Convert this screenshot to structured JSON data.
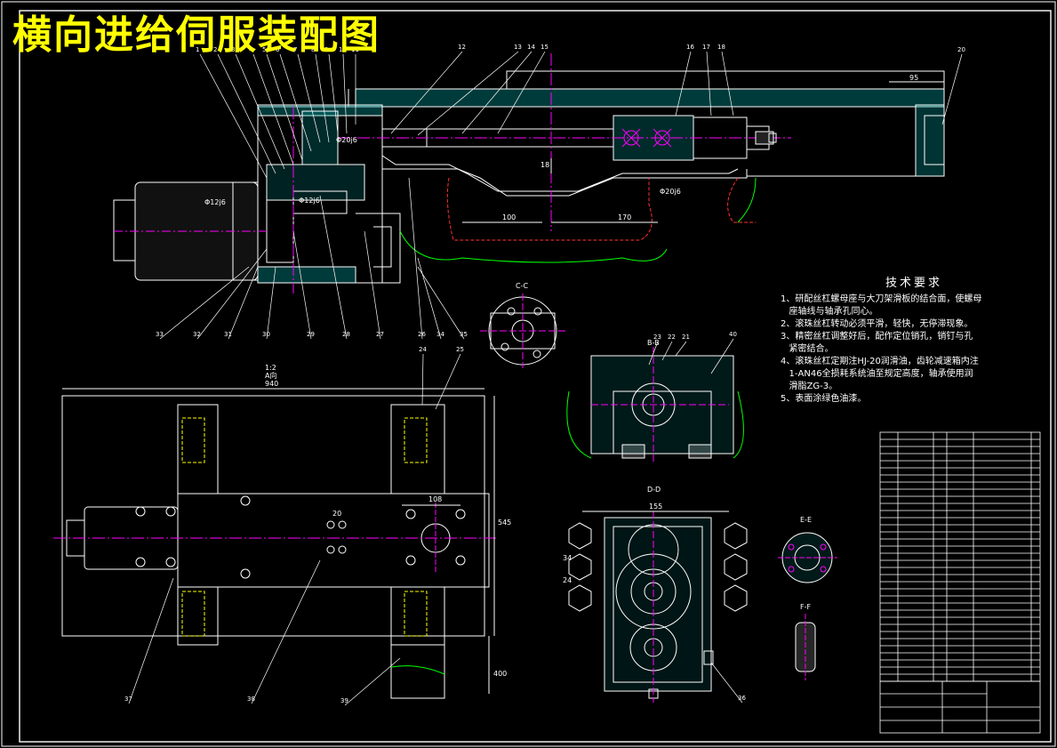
{
  "title": "横向进给伺服装配图",
  "technical_requirements": {
    "heading": "技术要求",
    "items": [
      "1、研配丝杠螺母座与大刀架滑板的结合面，使螺母\n   座轴线与轴承孔同心。",
      "2、滚珠丝杠转动必须平滑，轻快，无停滞现象。",
      "3、精密丝杠调整好后，配作定位销孔，销钉与孔\n   紧密结合。",
      "4、滚珠丝杠定期注HJ-20润滑油，齿轮减速箱内注\n   1-AN46全损耗系统油至规定高度，轴承使用润\n   滑脂ZG-3。",
      "5、表面涂绿色油漆。"
    ]
  },
  "section_labels": {
    "view_a": "A向",
    "view_a_scale": "1:2",
    "section_cc": "C-C",
    "section_bb": "B-B",
    "section_dd": "D-D",
    "section_ee": "E-E",
    "section_ff": "F-F"
  },
  "dimensions": {
    "d95": "95",
    "d100": "100",
    "d170": "170",
    "d18": "18",
    "d940": "940",
    "d545": "545",
    "d108": "108",
    "d20": "20",
    "d155": "155",
    "d400": "400",
    "d34": "34",
    "d24": "24",
    "dia20a": "Φ20j6",
    "dia20b": "Φ20j6",
    "dia12a": "Φ12j6",
    "dia12b": "Φ12j6"
  },
  "part_balloons": [
    "15",
    "14",
    "13",
    "12",
    "11",
    "10",
    "9",
    "8",
    "7",
    "6",
    "5",
    "4",
    "3",
    "2",
    "1",
    "16",
    "17",
    "18",
    "20",
    "21",
    "22",
    "23",
    "24",
    "25",
    "26",
    "27",
    "28",
    "29",
    "30",
    "31",
    "32",
    "33",
    "34",
    "35",
    "36",
    "37",
    "38",
    "39",
    "40"
  ],
  "colors": {
    "background": "#000000",
    "outline": "#ffffff",
    "centerline": "#ff00ff",
    "hidden": "#ffff00",
    "section_hatch": "#00ffff",
    "motor": "#ffffff",
    "break_line_red": "#ff3030",
    "break_line_green": "#00ff00",
    "title_text": "#ffff00"
  }
}
